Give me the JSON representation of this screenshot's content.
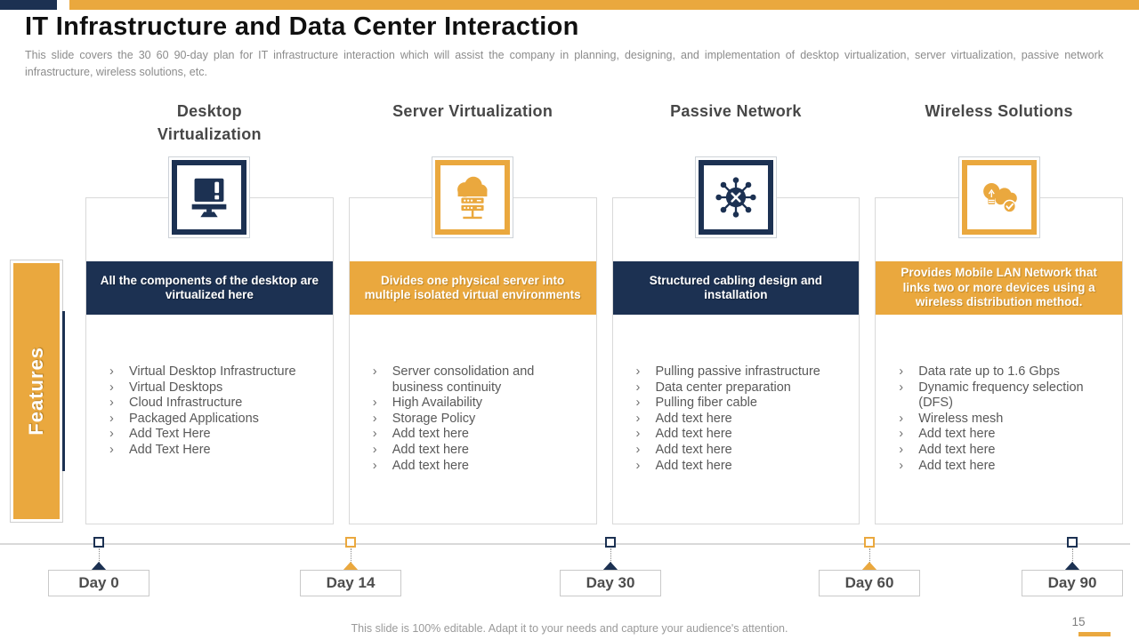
{
  "slide": {
    "title": "IT Infrastructure and Data Center Interaction",
    "subtitle": "This slide covers the 30 60 90-day plan for IT infrastructure interaction which will assist the company in planning, designing, and implementation of desktop virtualization, server virtualization, passive network infrastructure, wireless solutions, etc.",
    "features_label": "Features",
    "footer_note": "This slide is 100% editable. Adapt it to your needs and capture your audience's attention.",
    "page_number": "15"
  },
  "colors": {
    "navy": "#1C3152",
    "orange": "#EAA83E",
    "heading_gray": "#474747",
    "body_gray": "#595959"
  },
  "list_marker": "›",
  "columns": [
    {
      "title": "Desktop Virtualization",
      "icon": "desktop-monitor-icon",
      "accent": "navy",
      "banner": "All the components of the desktop are virtualized here",
      "bullets": [
        "Virtual Desktop Infrastructure",
        "Virtual Desktops",
        "Cloud Infrastructure",
        "Packaged Applications",
        "Add Text Here",
        "Add Text Here"
      ]
    },
    {
      "title": "Server Virtualization",
      "icon": "cloud-server-icon",
      "accent": "orange",
      "banner": "Divides one physical server into multiple isolated virtual environments",
      "bullets": [
        "Server consolidation and business continuity",
        "High Availability",
        "Storage Policy",
        "Add text here",
        "Add text here",
        "Add text here"
      ]
    },
    {
      "title": "Passive Network",
      "icon": "network-hub-icon",
      "accent": "navy",
      "banner": "Structured cabling design and installation",
      "bullets": [
        "Pulling passive infrastructure",
        "Data center preparation",
        "Pulling fiber cable",
        "Add text here",
        "Add text here",
        "Add text here",
        "Add text here"
      ]
    },
    {
      "title": "Wireless Solutions",
      "icon": "idea-cloud-check-icon",
      "accent": "orange",
      "banner": "Provides Mobile LAN Network that links two or more devices using a wireless distribution method.",
      "bullets": [
        "Data rate up to 1.6 Gbps",
        "Dynamic frequency selection (DFS)",
        "Wireless mesh",
        "Add text here",
        "Add text here",
        "Add text here"
      ]
    }
  ],
  "timeline": {
    "milestones": [
      {
        "label": "Day 0",
        "accent": "navy"
      },
      {
        "label": "Day 14",
        "accent": "orange"
      },
      {
        "label": "Day 30",
        "accent": "navy"
      },
      {
        "label": "Day 60",
        "accent": "orange"
      },
      {
        "label": "Day 90",
        "accent": "navy"
      }
    ]
  }
}
